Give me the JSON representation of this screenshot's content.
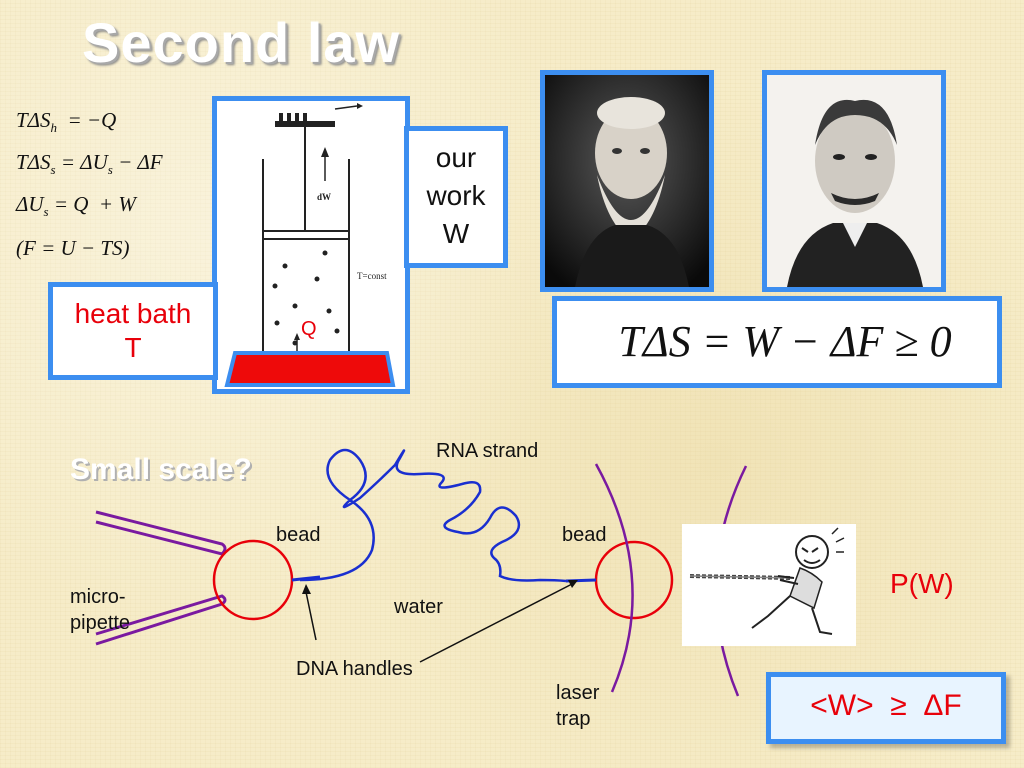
{
  "slide": {
    "title": "Second law",
    "subtitle": "Small scale?"
  },
  "equations": [
    "TΔS_h = −Q",
    "TΔS_s = ΔU_s − ΔF",
    "ΔU_s = Q + W",
    "(F = U − TS)"
  ],
  "piston": {
    "dw_label": "dW",
    "temp_label": "T=const",
    "heat_label": "Q"
  },
  "work_box": {
    "line1": "our",
    "line2": "work",
    "line3": "W"
  },
  "heat_box": {
    "line1": "heat bath",
    "line2": "T"
  },
  "main_equation": "TΔS = W − ΔF ≥ 0",
  "diagram": {
    "rna": "RNA strand",
    "bead_left": "bead",
    "bead_right": "bead",
    "micropipette_1": "micro-",
    "micropipette_2": "pipette",
    "water": "water",
    "dna_handles": "DNA handles",
    "laser_1": "laser",
    "laser_2": "trap",
    "pw": "P(W)",
    "inequality": "<W>  ≥  ΔF"
  },
  "colors": {
    "frame_blue": "#3c8ef0",
    "accent_red": "#e8000a",
    "strand_blue": "#1a2fd0",
    "pipette_purple": "#7a1aa0"
  }
}
